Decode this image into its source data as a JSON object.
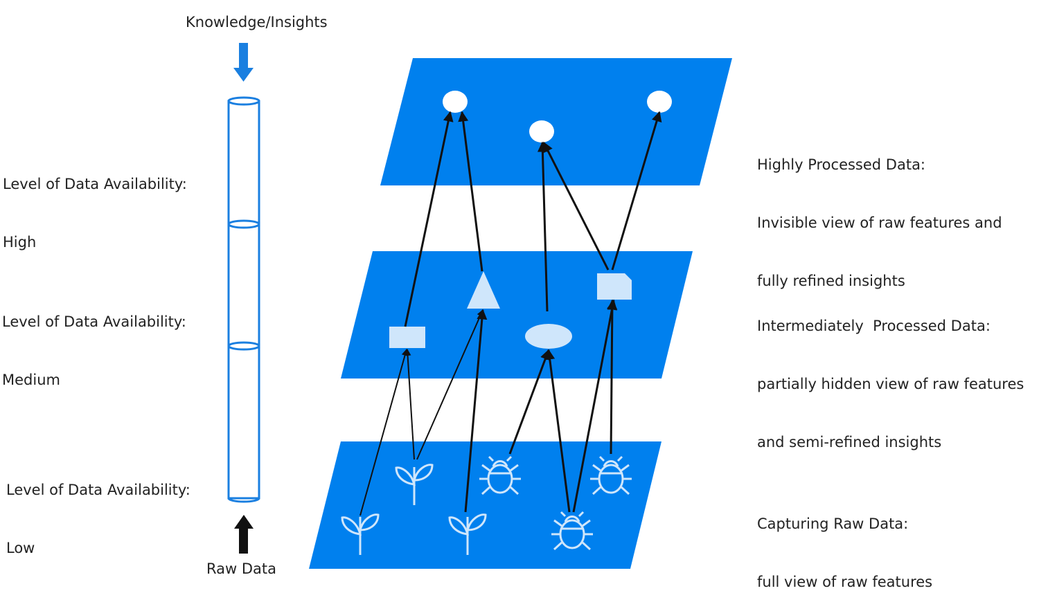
{
  "labels": {
    "top": "Knowledge/Insights",
    "bottom": "Raw Data"
  },
  "availability": [
    {
      "line1": "Level of Data Availability:",
      "line2": "High"
    },
    {
      "line1": "Level of Data Availability:",
      "line2": "Medium"
    },
    {
      "line1": "Level of Data Availability:",
      "line2": "Low"
    }
  ],
  "descriptions": [
    {
      "line1": "Highly Processed Data:",
      "line2": "Invisible view of raw features and",
      "line3": "fully refined insights"
    },
    {
      "line1": "Intermediately  Processed Data:",
      "line2": "partially hidden view of raw features",
      "line3": "and semi-refined insights"
    },
    {
      "line1": "Capturing Raw Data:",
      "line2": "full view of raw features"
    }
  ],
  "colors": {
    "layer": "#0080ee",
    "node_light": "#cfe6fb",
    "node_top": "#ffffff",
    "cylinder": "#1a7fe0",
    "arrow_top": "#1a7fe0",
    "arrow_bottom": "#111111",
    "connector": "#111111"
  },
  "icons": [
    "plant-icon",
    "bug-icon"
  ]
}
